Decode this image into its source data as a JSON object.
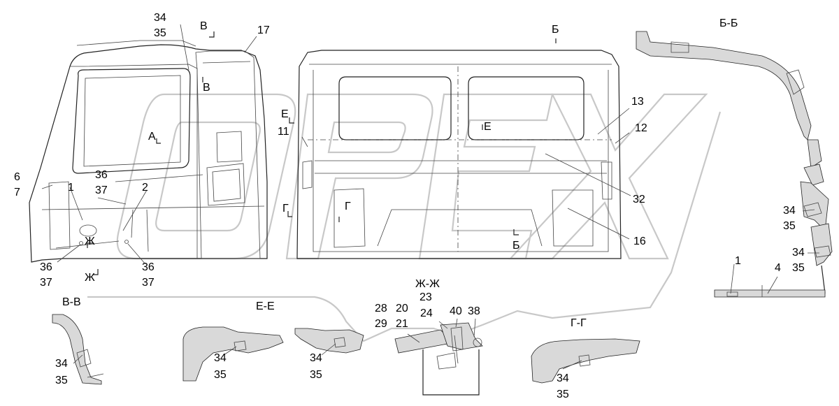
{
  "watermark": {
    "text": "OPEX",
    "color": "#c8c8c8"
  },
  "callouts": [
    {
      "id": "c34a",
      "text": "34"
    },
    {
      "id": "c35a",
      "text": "35"
    },
    {
      "id": "cB1",
      "text": "В"
    },
    {
      "id": "cB2",
      "text": "В"
    },
    {
      "id": "c17",
      "text": "17"
    },
    {
      "id": "cA",
      "text": "А"
    },
    {
      "id": "c6",
      "text": "6"
    },
    {
      "id": "c7",
      "text": "7"
    },
    {
      "id": "c1a",
      "text": "1"
    },
    {
      "id": "c36a",
      "text": "36"
    },
    {
      "id": "c37a",
      "text": "37"
    },
    {
      "id": "c2",
      "text": "2"
    },
    {
      "id": "cZh1",
      "text": "Ж"
    },
    {
      "id": "c36b",
      "text": "36"
    },
    {
      "id": "c37b",
      "text": "37"
    },
    {
      "id": "cZh2",
      "text": "Ж"
    },
    {
      "id": "c36c",
      "text": "36"
    },
    {
      "id": "c37c",
      "text": "37"
    },
    {
      "id": "cBb1",
      "text": "Б"
    },
    {
      "id": "cE1",
      "text": "Е"
    },
    {
      "id": "c11",
      "text": "11"
    },
    {
      "id": "cE2",
      "text": "Е"
    },
    {
      "id": "c13",
      "text": "13"
    },
    {
      "id": "c12",
      "text": "12"
    },
    {
      "id": "c32",
      "text": "32"
    },
    {
      "id": "cG1",
      "text": "Г"
    },
    {
      "id": "cG2",
      "text": "Г"
    },
    {
      "id": "cBb2",
      "text": "Б"
    },
    {
      "id": "c16",
      "text": "16"
    },
    {
      "id": "c34b",
      "text": "34"
    },
    {
      "id": "c35b",
      "text": "35"
    },
    {
      "id": "c34c",
      "text": "34"
    },
    {
      "id": "c35c",
      "text": "35"
    },
    {
      "id": "c1b",
      "text": "1"
    },
    {
      "id": "c4",
      "text": "4"
    },
    {
      "id": "c23",
      "text": "23"
    },
    {
      "id": "c24",
      "text": "24"
    },
    {
      "id": "c28",
      "text": "28"
    },
    {
      "id": "c20",
      "text": "20"
    },
    {
      "id": "c29",
      "text": "29"
    },
    {
      "id": "c21",
      "text": "21"
    },
    {
      "id": "c40",
      "text": "40"
    },
    {
      "id": "c38",
      "text": "38"
    },
    {
      "id": "c34d",
      "text": "34"
    },
    {
      "id": "c35d",
      "text": "35"
    },
    {
      "id": "c34e",
      "text": "34"
    },
    {
      "id": "c35e",
      "text": "35"
    },
    {
      "id": "c34f",
      "text": "34"
    },
    {
      "id": "c35f",
      "text": "35"
    },
    {
      "id": "c34g",
      "text": "34"
    },
    {
      "id": "c35g",
      "text": "35"
    }
  ],
  "sections": [
    {
      "id": "BB",
      "text": "Б-Б"
    },
    {
      "id": "VV",
      "text": "В-В"
    },
    {
      "id": "EE",
      "text": "Е-Е"
    },
    {
      "id": "ZhZh",
      "text": "Ж-Ж"
    },
    {
      "id": "GG",
      "text": "Г-Г"
    }
  ]
}
